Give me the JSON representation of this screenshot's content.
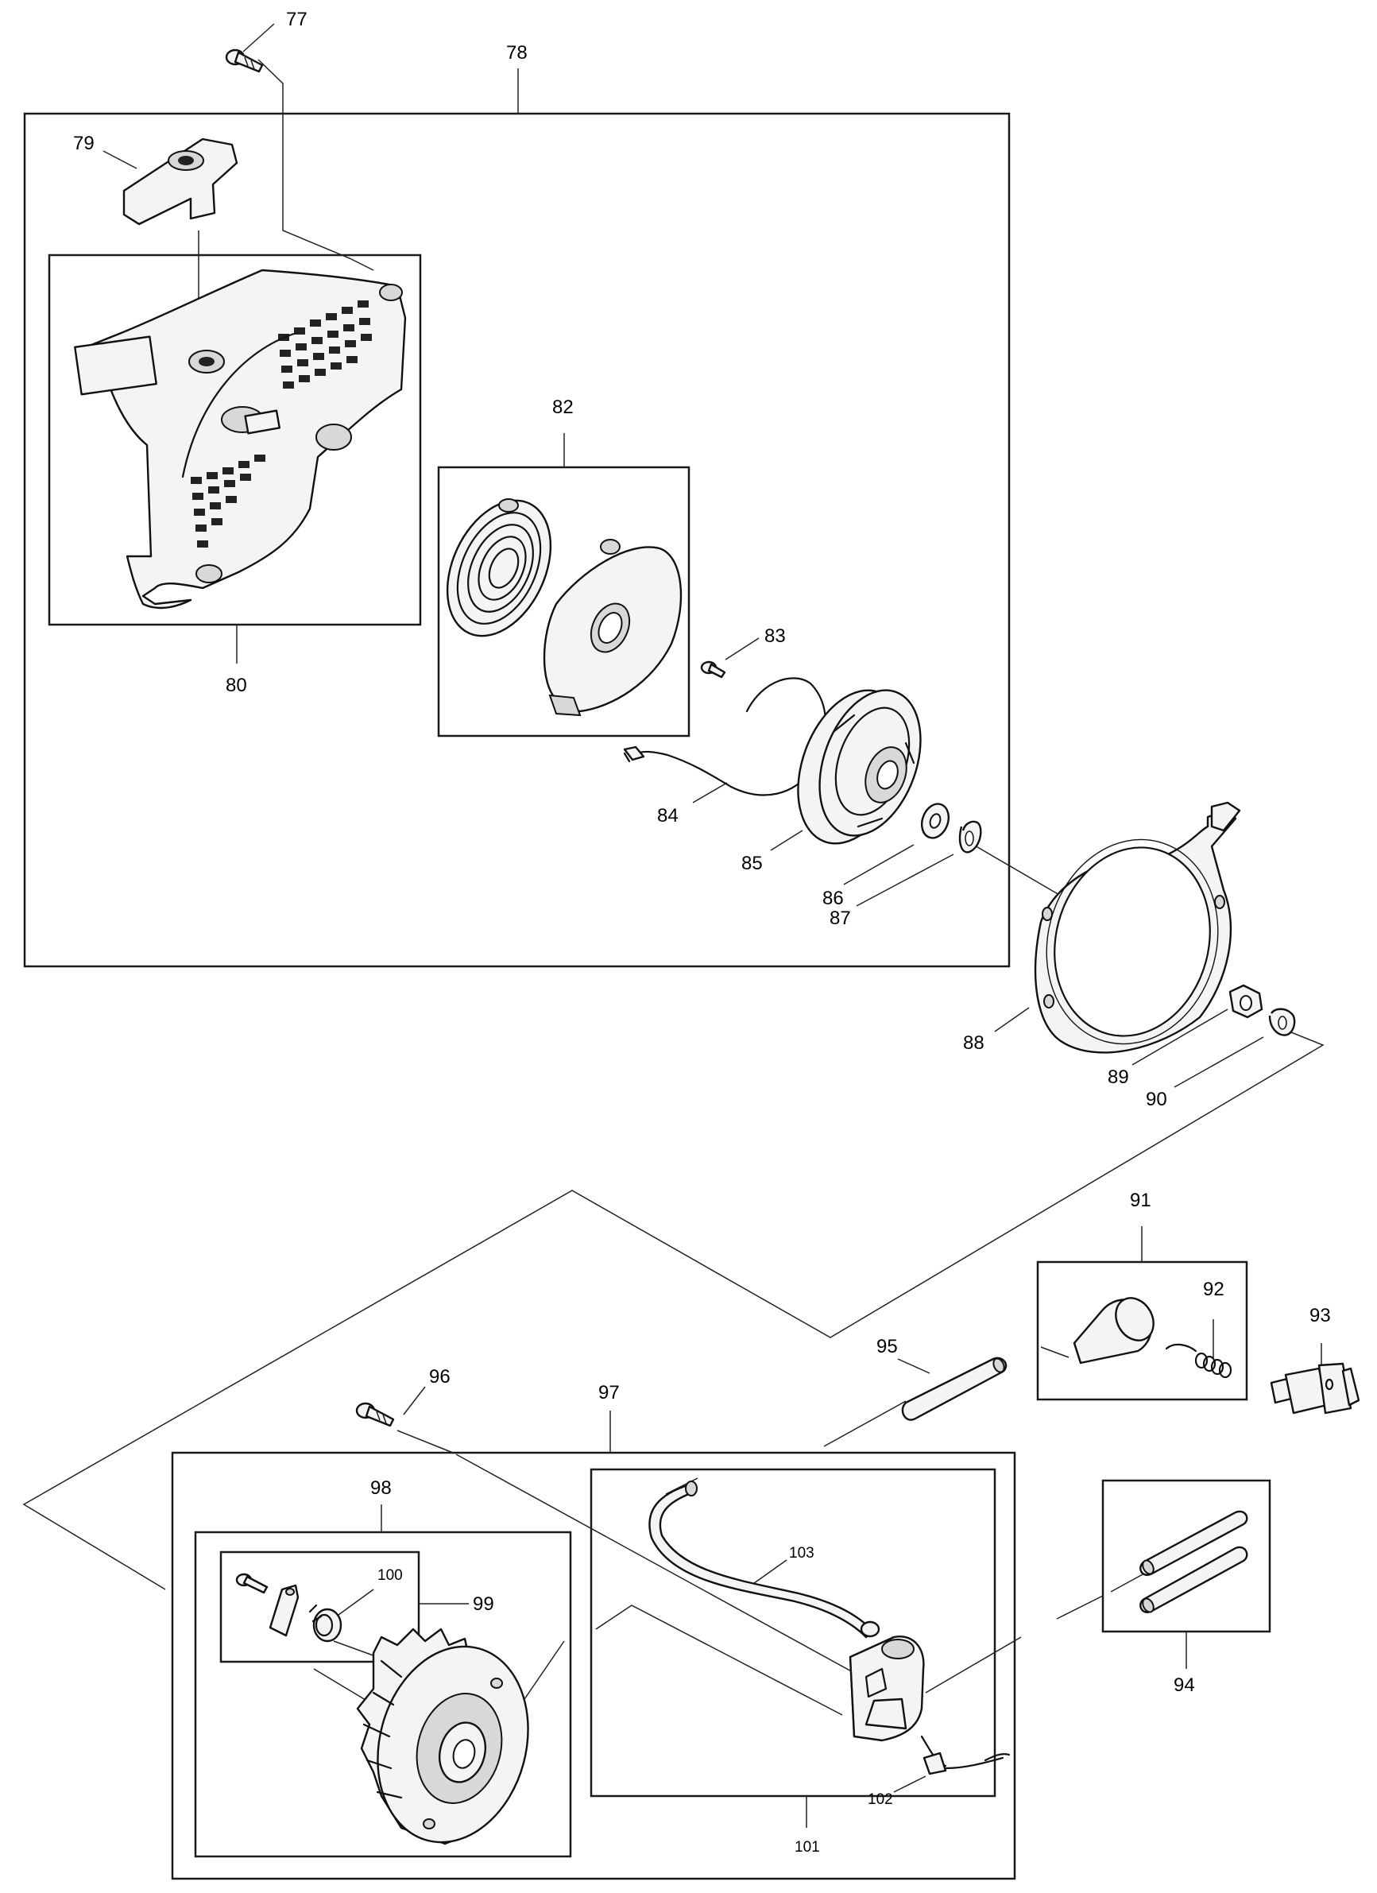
{
  "labels": {
    "77": "77",
    "78": "78",
    "79": "79",
    "80": "80",
    "82": "82",
    "83": "83",
    "84": "84",
    "85": "85",
    "86": "86",
    "87": "87",
    "88": "88",
    "89": "89",
    "90": "90",
    "91": "91",
    "92": "92",
    "93": "93",
    "94": "94",
    "95": "95",
    "96": "96",
    "97": "97",
    "98": "98",
    "99": "99",
    "100": "100",
    "101": "101",
    "102": "102",
    "103": "103"
  }
}
